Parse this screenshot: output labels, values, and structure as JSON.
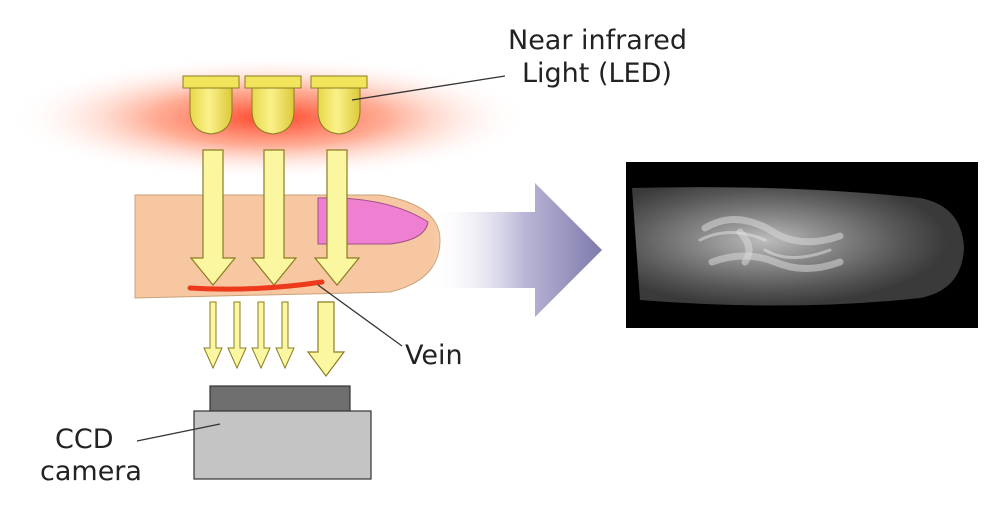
{
  "labels": {
    "led_line1": "Near infrared",
    "led_line2": "Light (LED)",
    "vein": "Vein",
    "camera_line1": "CCD",
    "camera_line2": "camera"
  },
  "colors": {
    "led_yellow": "#f2e55c",
    "glow_red": "#ff4a2a",
    "arrow_fill": "#fbf7a0",
    "finger_skin": "#f6c7a0",
    "nail_pink": "#ef7fd0",
    "vein_red": "#ee3a1c",
    "camera_body": "#c4c4c4",
    "camera_lens": "#6f6f6f",
    "big_arrow": "#8c88b8"
  },
  "icons": {
    "led": "led-bulb-icon",
    "arrow_down": "arrow-down-icon",
    "camera": "ccd-camera-icon",
    "result_arrow": "arrow-right-icon"
  }
}
